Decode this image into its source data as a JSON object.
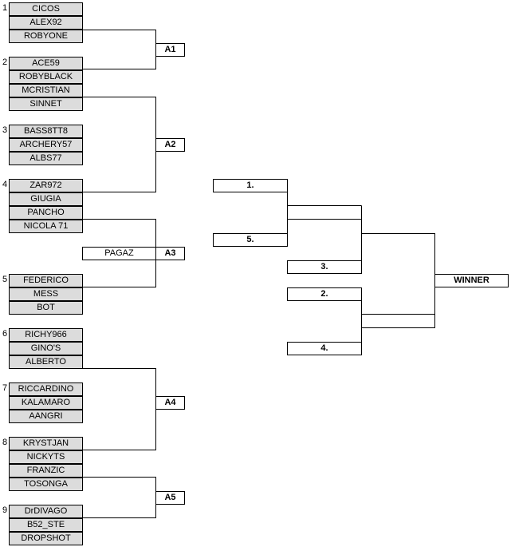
{
  "groups": [
    {
      "num": "1",
      "players": [
        "CICOS",
        "ALEX92",
        "ROBYONE"
      ]
    },
    {
      "num": "2",
      "players": [
        "ACE59",
        "ROBYBLACK",
        "MCRISTIAN",
        "SINNET"
      ]
    },
    {
      "num": "3",
      "players": [
        "BASS8TT8",
        "ARCHERY57",
        "ALBS77"
      ]
    },
    {
      "num": "4",
      "players": [
        "ZAR972",
        "GIUGIA",
        "PANCHO",
        "NICOLA 71"
      ]
    },
    {
      "num": "5",
      "players": [
        "FEDERICO",
        "MESS",
        "BOT"
      ]
    },
    {
      "num": "6",
      "players": [
        "RICHY966",
        "GINO'S",
        "ALBERTO"
      ]
    },
    {
      "num": "7",
      "players": [
        "RICCARDINO",
        "KALAMARO",
        "AANGRI"
      ]
    },
    {
      "num": "8",
      "players": [
        "KRYSTJAN",
        "NICKYTS",
        "FRANZIC",
        "TOSONGA"
      ]
    },
    {
      "num": "9",
      "players": [
        "DrDIVAGO",
        "B52_STE",
        "DROPSHOT"
      ]
    }
  ],
  "bracket": {
    "a1": "A1",
    "a2": "A2",
    "a3": "A3",
    "a4": "A4",
    "a5": "A5",
    "pagaz": "PAGAZ",
    "s1": "1.",
    "s2": "2.",
    "s3": "3.",
    "s4": "4.",
    "s5": "5.",
    "winner": "WINNER"
  }
}
